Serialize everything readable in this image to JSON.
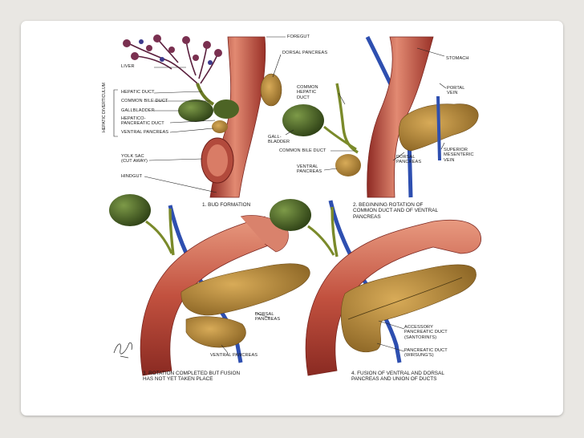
{
  "panel1": {
    "labels": {
      "foregut": "Foregut",
      "dorsal_pancreas": "Dorsal Pancreas",
      "liver": "Liver",
      "hepatic_duct": "Hepatic Duct",
      "common_bile_duct": "Common Bile Duct",
      "gallbladder": "Gallbladder",
      "hepatico_pancreatic_duct": "Hepatico-\nPancreatic Duct",
      "ventral_pancreas": "Ventral Pancreas",
      "yolk_sac": "Yolk Sac\n(Cut Away)",
      "hindgut": "Hindgut",
      "hepatic_diverticulum": "Hepatic Diverticulum"
    },
    "caption": "1. Bud Formation"
  },
  "panel2": {
    "labels": {
      "stomach": "Stomach",
      "common_hepatic_duct": "Common\nHepatic\nDuct",
      "portal_vein": "Portal\nVein",
      "gallbladder": "Gall-\nbladder",
      "common_bile_duct": "Common Bile Duct",
      "ventral_pancreas": "Ventral\nPancreas",
      "dorsal_pancreas": "Dorsal\nPancreas",
      "superior_mesenteric_vein": "Superior\nMesenteric\nVein"
    },
    "caption": "2. Beginning Rotation of\nCommon Duct and of Ventral\nPancreas"
  },
  "panel3": {
    "labels": {
      "dorsal_pancreas": "Dorsal\nPancreas",
      "ventral_pancreas": "Ventral Pancreas"
    },
    "caption": "3. Rotation Completed but Fusion\nHas Not Yet Taken Place"
  },
  "panel4": {
    "labels": {
      "accessory_duct": "Accessory\nPancreatic Duct\n(Santorini's)",
      "pancreatic_duct": "Pancreatic Duct\n(Wirsung's)"
    },
    "caption": "4. Fusion of Ventral and Dorsal\nPancreas and Union of Ducts"
  },
  "colors": {
    "background": "#e9e7e3",
    "card": "#ffffff",
    "gut": "#b8443a",
    "gut_light": "#e07d69",
    "pancreas": "#b88a3a",
    "gallbladder": "#3f5520",
    "duct": "#7a8a2a",
    "vein": "#2e4fb0",
    "liver": "#7a3050"
  }
}
